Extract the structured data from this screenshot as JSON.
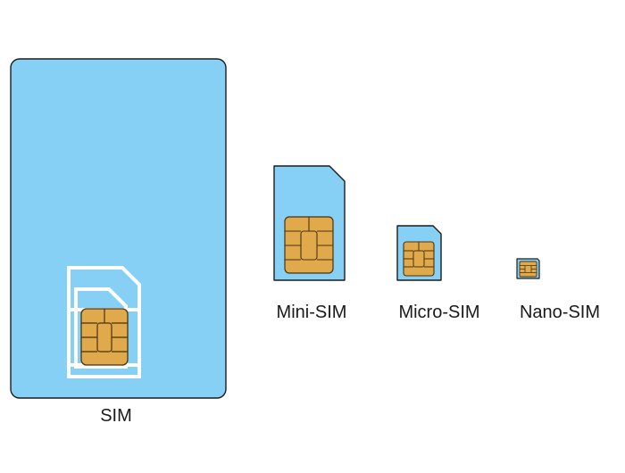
{
  "cards": [
    {
      "id": "sim",
      "label": "SIM"
    },
    {
      "id": "mini",
      "label": "Mini-SIM"
    },
    {
      "id": "micro",
      "label": "Micro-SIM"
    },
    {
      "id": "nano",
      "label": "Nano-SIM"
    }
  ],
  "colors": {
    "card_fill": "#86d0f5",
    "card_stroke": "#1c1c1c",
    "chip_fill": "#e0a94c",
    "chip_stroke": "#4a3310",
    "cutout_stroke": "#ffffff",
    "label_text": "#1a1a1a"
  }
}
